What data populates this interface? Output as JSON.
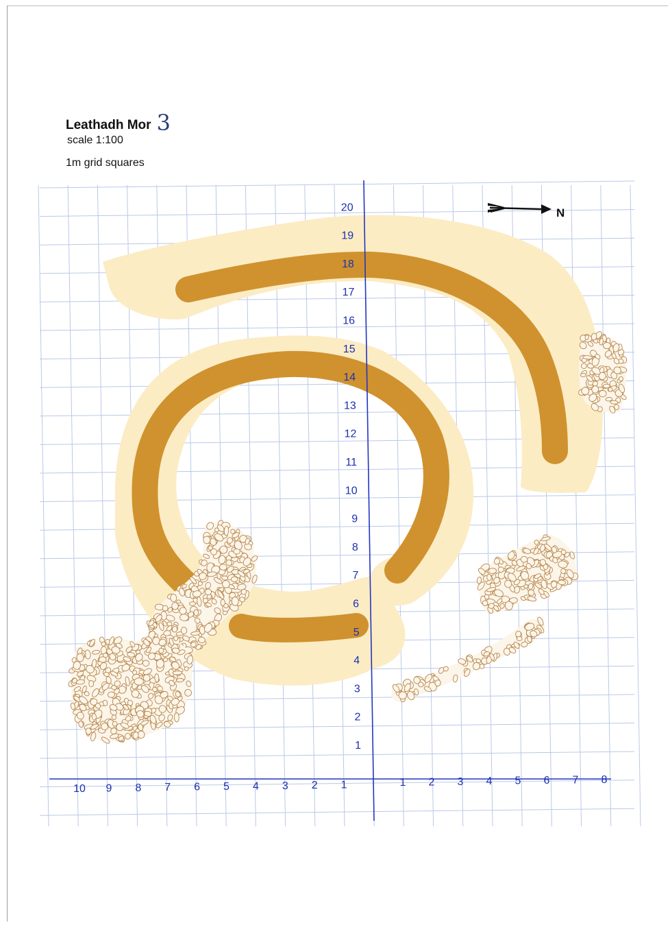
{
  "title": "Leathadh Mor",
  "title_number": "3",
  "scale": "scale 1:100",
  "grid_note": "1m grid squares",
  "north_label": "N",
  "colors": {
    "grid": "#b9c8e8",
    "axis": "#2235c0",
    "tick_text": "#1d2fb0",
    "halo": "#fbecc4",
    "wall": "#d0922e",
    "stone_fill": "#fbf5ea",
    "stone_outline": "#b8864a"
  },
  "axes": {
    "y_ticks": [
      "1",
      "2",
      "3",
      "4",
      "5",
      "6",
      "7",
      "8",
      "9",
      "10",
      "11",
      "12",
      "13",
      "14",
      "15",
      "16",
      "17",
      "18",
      "19",
      "20"
    ],
    "x_ticks_left": [
      "10",
      "9",
      "8",
      "7",
      "6",
      "5",
      "4",
      "3",
      "2",
      "1"
    ],
    "x_ticks_right": [
      "1",
      "2",
      "3",
      "4",
      "5",
      "6",
      "7",
      "8"
    ]
  },
  "features": [
    {
      "id": "outer-arc-wall",
      "type": "wall"
    },
    {
      "id": "inner-ring-wall",
      "type": "wall"
    },
    {
      "id": "inner-tail-wall",
      "type": "wall"
    },
    {
      "id": "stones-north-east",
      "type": "rubble"
    },
    {
      "id": "stones-central-west",
      "type": "rubble"
    },
    {
      "id": "stones-south-west",
      "type": "rubble"
    },
    {
      "id": "stones-east-block",
      "type": "rubble"
    },
    {
      "id": "stones-east-line",
      "type": "rubble"
    }
  ]
}
